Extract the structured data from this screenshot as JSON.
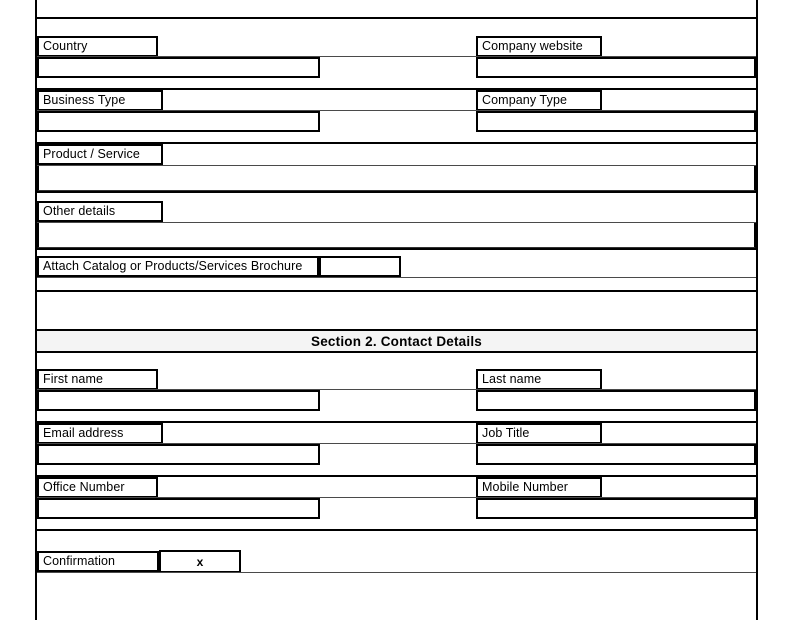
{
  "document": {
    "type": "form",
    "section_header": "Section 2. Contact Details"
  },
  "section1_fields": {
    "country": {
      "label": "Country",
      "value": ""
    },
    "company_website": {
      "label": "Company website",
      "value": ""
    },
    "business_type": {
      "label": "Business Type",
      "value": ""
    },
    "company_type": {
      "label": "Company Type",
      "value": ""
    },
    "product_service": {
      "label": "Product / Service",
      "value": ""
    },
    "other_details": {
      "label": "Other details",
      "value": ""
    },
    "attach_catalog": {
      "label": "Attach Catalog or Products/Services Brochure",
      "value": ""
    }
  },
  "section2_fields": {
    "first_name": {
      "label": "First name",
      "value": ""
    },
    "last_name": {
      "label": "Last name",
      "value": ""
    },
    "email_address": {
      "label": "Email address",
      "value": ""
    },
    "job_title": {
      "label": "Job Title",
      "value": ""
    },
    "office_number": {
      "label": "Office Number",
      "value": ""
    },
    "mobile_number": {
      "label": "Mobile Number",
      "value": ""
    },
    "confirmation": {
      "label": "Confirmation",
      "value": "x"
    }
  },
  "colors": {
    "border": "#000000",
    "band_background": "#f4f4f4",
    "page_background": "#ffffff"
  }
}
